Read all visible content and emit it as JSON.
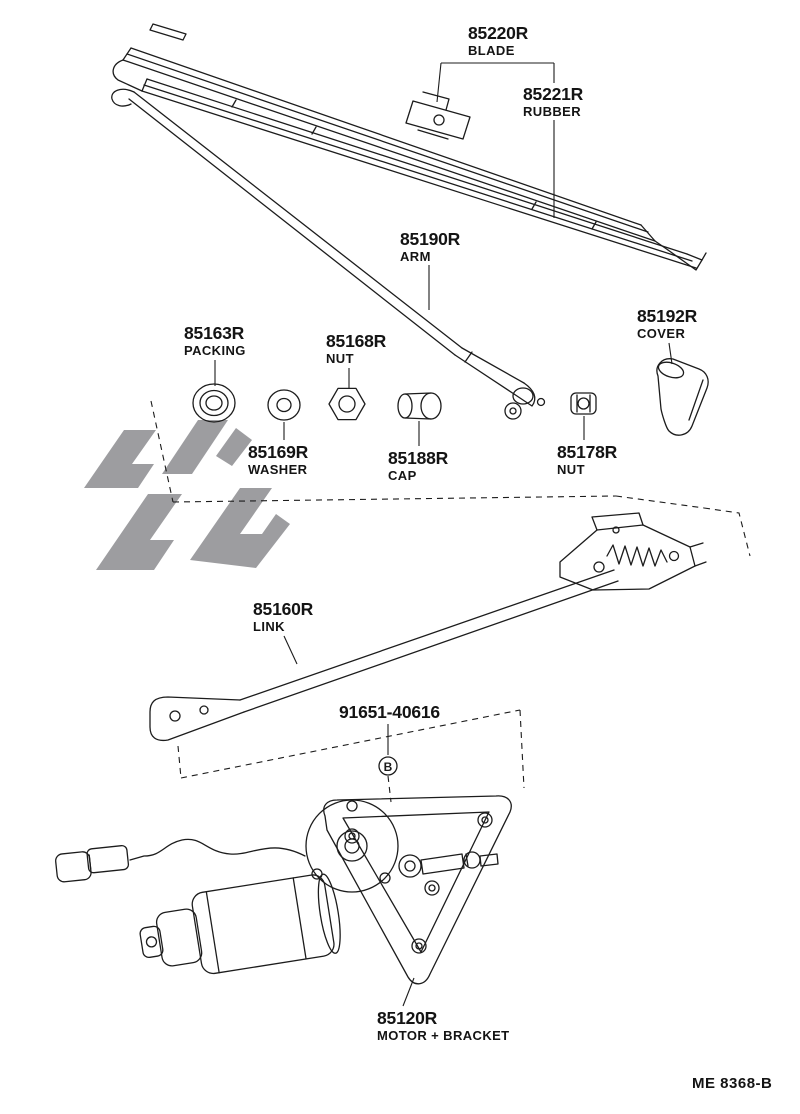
{
  "labels": {
    "blade": {
      "part": "85220R",
      "name": "BLADE"
    },
    "rubber": {
      "part": "85221R",
      "name": "RUBBER"
    },
    "arm": {
      "part": "85190R",
      "name": "ARM"
    },
    "cover": {
      "part": "85192R",
      "name": "COVER"
    },
    "packing": {
      "part": "85163R",
      "name": "PACKING"
    },
    "nut_upper": {
      "part": "85168R",
      "name": "NUT"
    },
    "washer": {
      "part": "85169R",
      "name": "WASHER"
    },
    "cap": {
      "part": "85188R",
      "name": "CAP"
    },
    "nut_lower": {
      "part": "85178R",
      "name": "NUT"
    },
    "link": {
      "part": "85160R",
      "name": "LINK"
    },
    "bolt": {
      "part": "91651-40616"
    },
    "motor": {
      "part": "85120R",
      "name": "MOTOR + BRACKET"
    }
  },
  "callouts": {
    "bolt": "B"
  },
  "footer": {
    "doc_code": "ME 8368-B"
  },
  "colors": {
    "line": "#1c1c1c",
    "watermark": "#9d9da0"
  }
}
